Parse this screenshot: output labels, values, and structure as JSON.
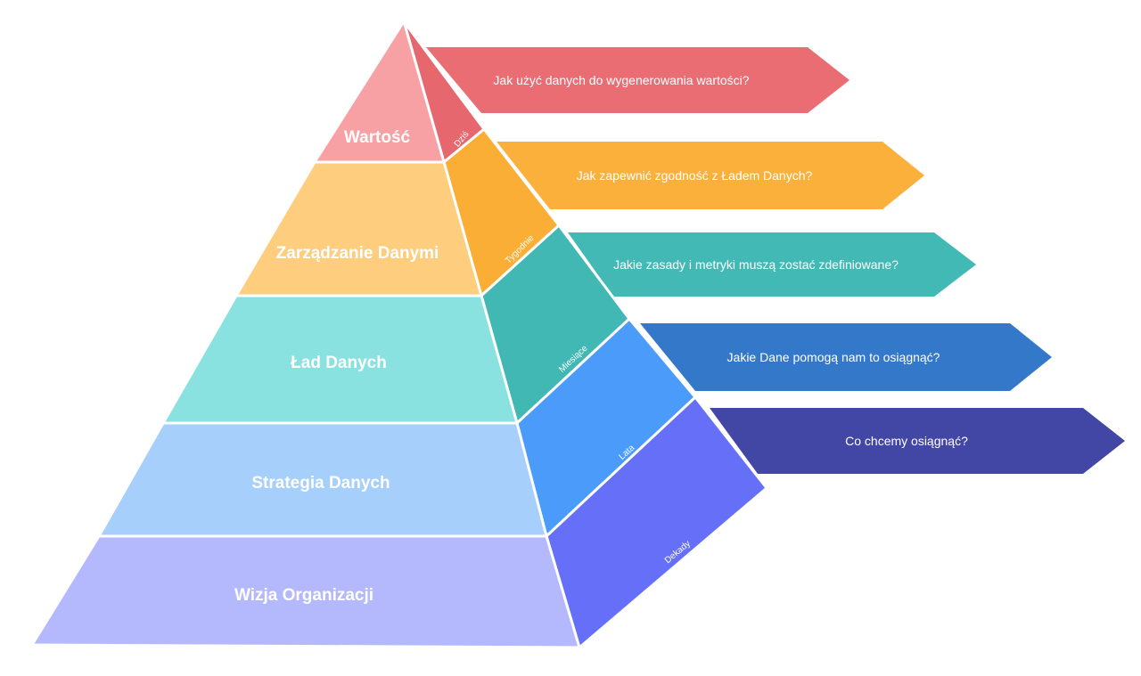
{
  "pyramid": {
    "levels": [
      {
        "label": "Wartość",
        "time": "Dziś",
        "question": "Jak użyć danych do wygenerowania wartości?",
        "front_color": "#f8a1a5",
        "side_color": "#e7676f",
        "arrow_color": "#ea6d74"
      },
      {
        "label": "Zarządzanie Danymi",
        "time": "Tygodnie",
        "question": "Jak zapewnić zgodność z Ładem Danych?",
        "front_color": "#fecd7e",
        "side_color": "#fbae35",
        "arrow_color": "#fbb03b"
      },
      {
        "label": "Ład Danych",
        "time": "Miesiące",
        "question": "Jakie zasady i metryki muszą zostać zdefiniowane?",
        "front_color": "#8ae2e0",
        "side_color": "#42b8b4",
        "arrow_color": "#43b9b6"
      },
      {
        "label": "Strategia Danych",
        "time": "Lata",
        "question": "Jakie Dane pomogą nam to osiągnąć?",
        "front_color": "#a7cffb",
        "side_color": "#4a9bfa",
        "arrow_color": "#3478c9"
      },
      {
        "label": "Wizja Organizacji",
        "time": "Dekady",
        "question": "Co chcemy osiągnąć?",
        "front_color": "#b3b9fc",
        "side_color": "#666ff8",
        "arrow_color": "#4247a5"
      }
    ]
  }
}
